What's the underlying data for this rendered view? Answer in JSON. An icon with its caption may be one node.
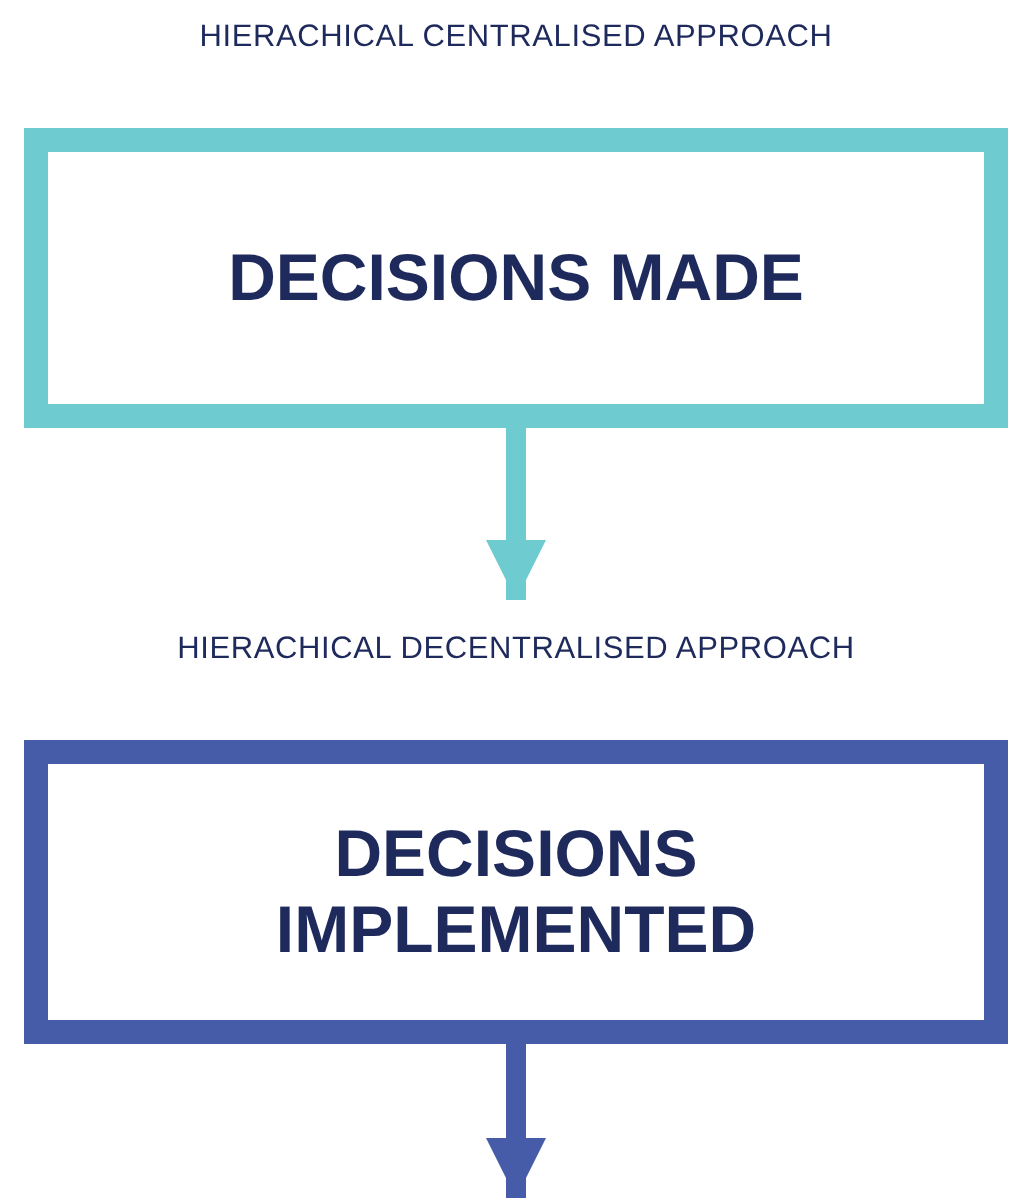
{
  "diagram": {
    "nodes": [
      {
        "text": [
          "HIERACHICAL CENTRALISED APPROACH",
          "DECISIONS MADE"
        ]
      },
      {
        "text": [
          "HIERACHICAL DECENTRALISED APPROACH",
          "DECISIONS IMPLEMENTED"
        ]
      }
    ],
    "edges": [
      {
        "from": 0,
        "to": 1,
        "arrow": "to",
        "color": "#6ecbd0"
      },
      {
        "from": 1,
        "to": null,
        "arrow": "to",
        "color": "#465ca8"
      }
    ]
  }
}
